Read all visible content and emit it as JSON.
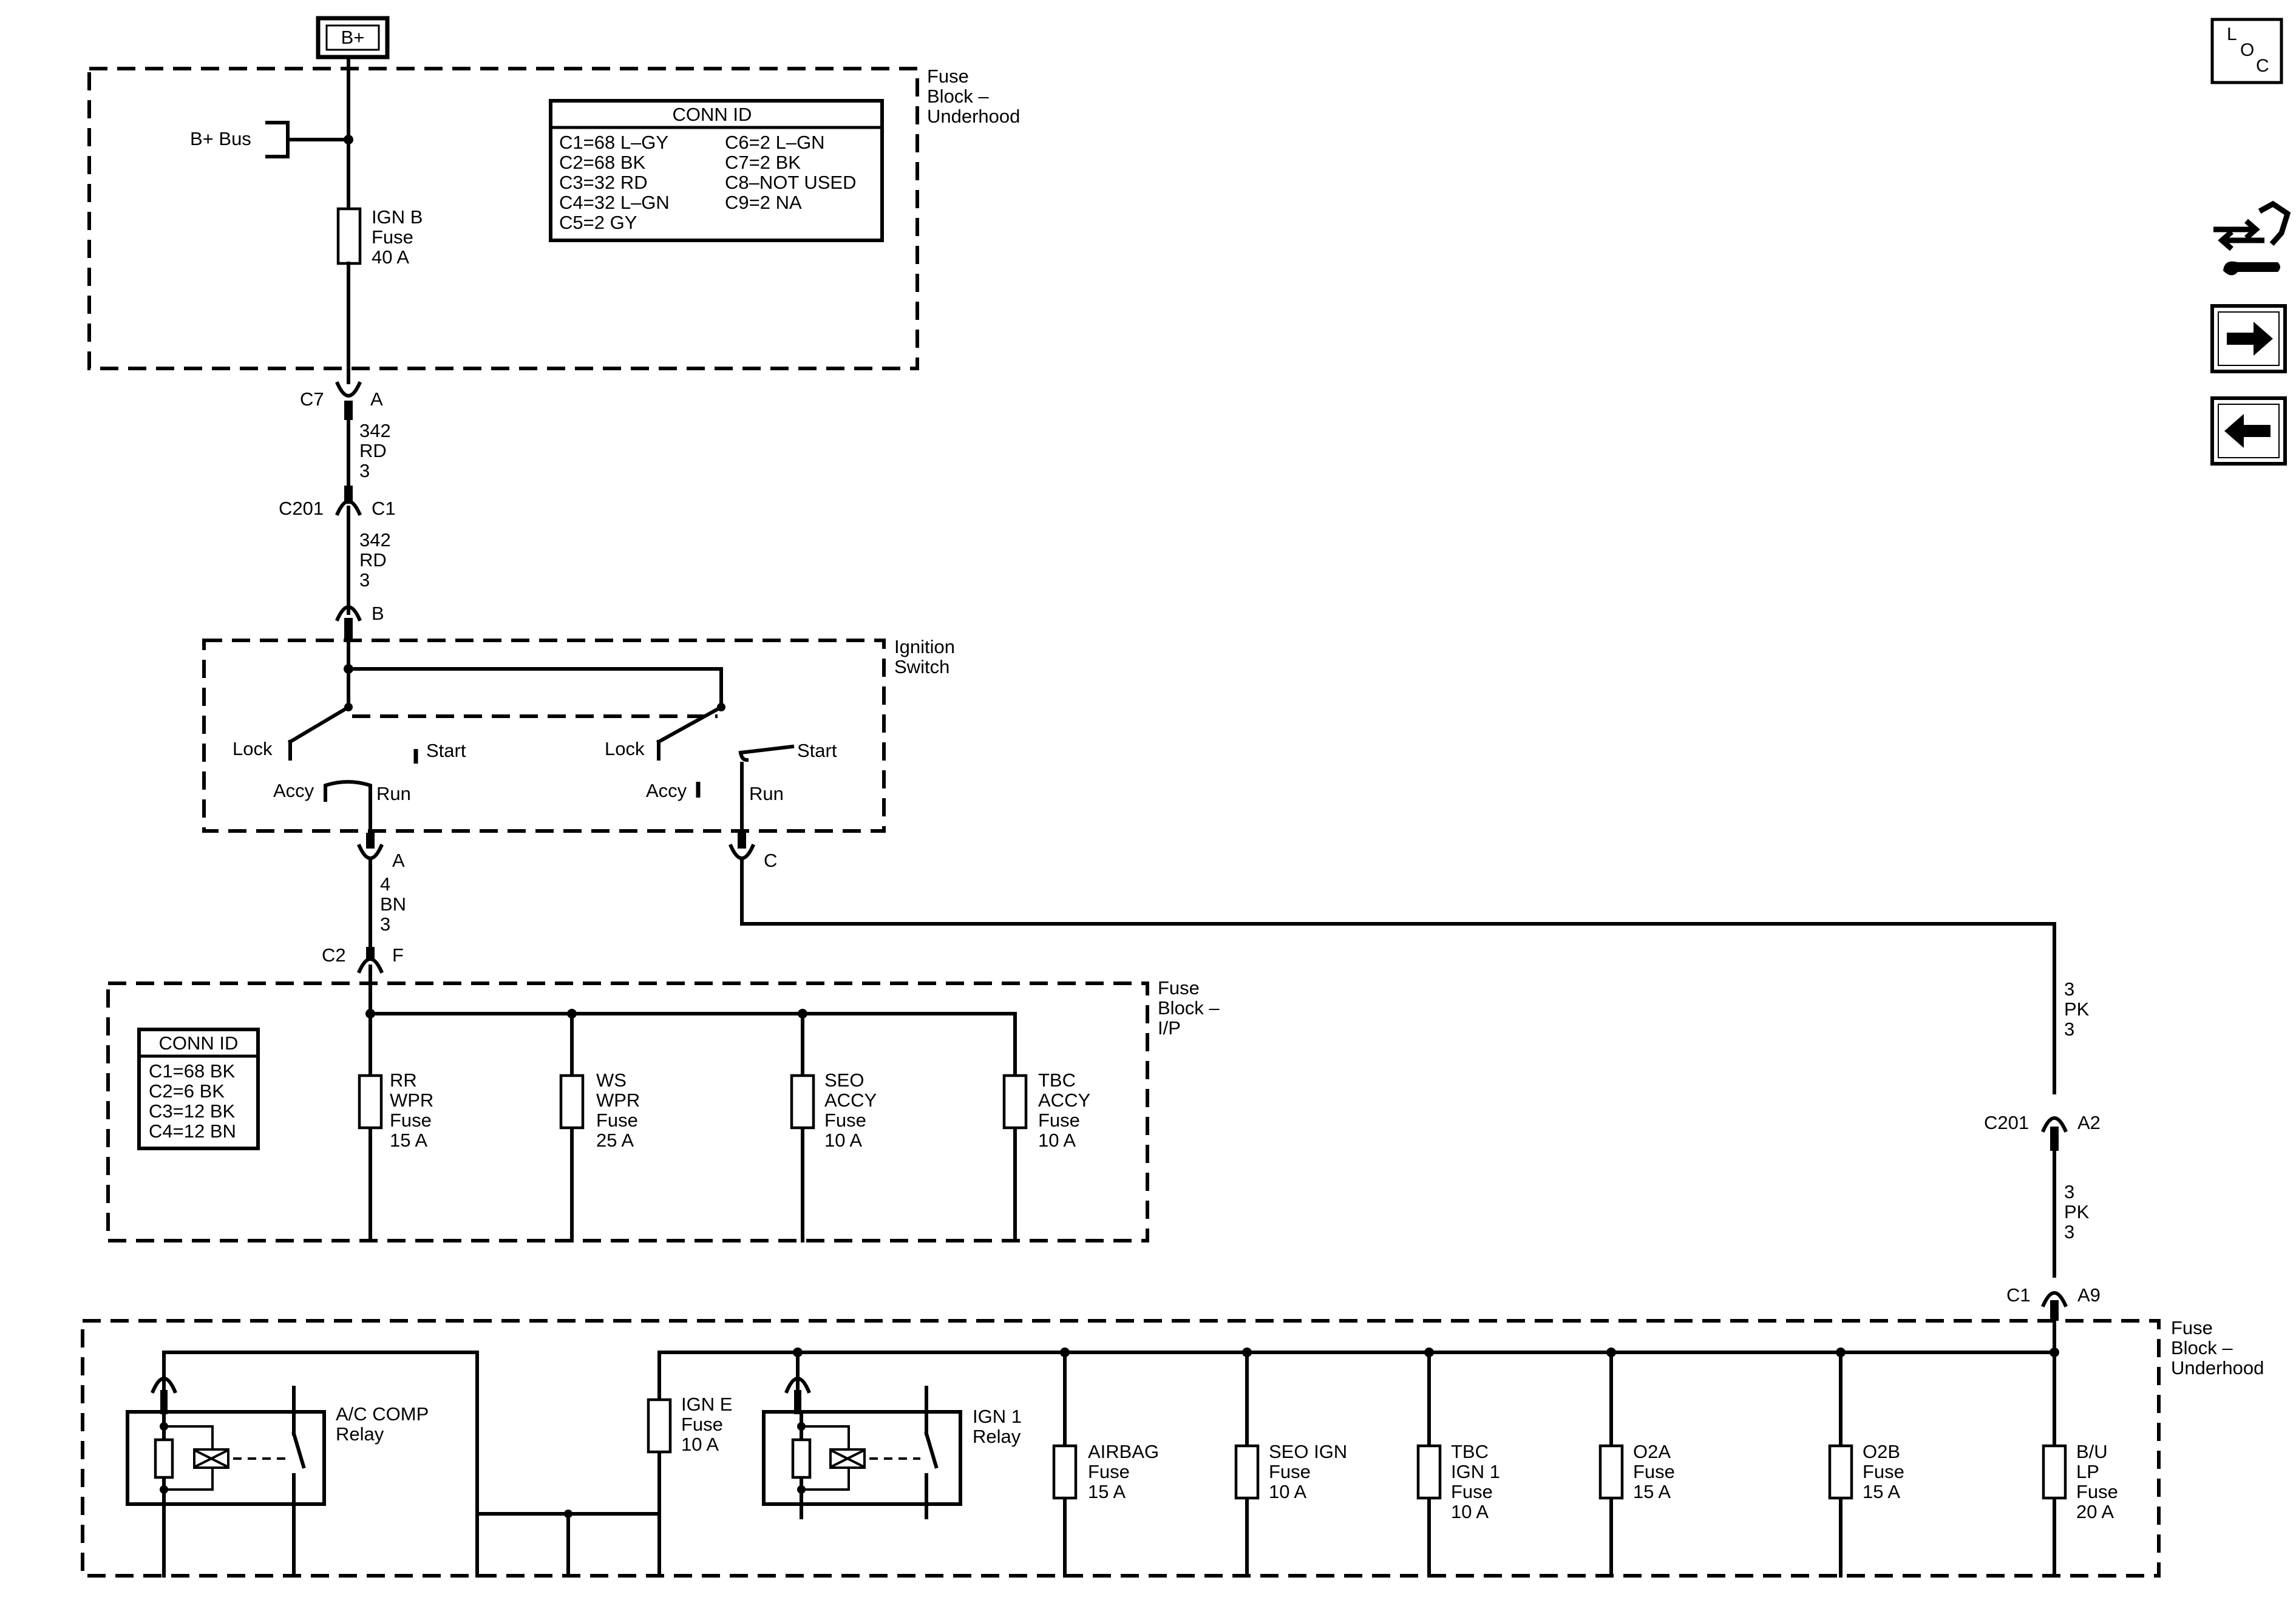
{
  "power_source": {
    "label": "B+"
  },
  "bus": {
    "label": "B+ Bus"
  },
  "underhood_top": {
    "label_lines": [
      "Fuse",
      "Block –",
      "Underhood"
    ],
    "conn_id": {
      "title": "CONN ID",
      "left": [
        "C1=68 L–GY",
        "C2=68 BK",
        "C3=32 RD",
        "C4=32 L–GN",
        "C5=2 GY"
      ],
      "right": [
        "C6=2 L–GN",
        "C7=2 BK",
        "C8–NOT USED",
        "C9=2 NA"
      ]
    }
  },
  "fuse_ign_b": {
    "lines": [
      "IGN B",
      "Fuse",
      "40 A"
    ]
  },
  "conn_c7": {
    "name": "C7",
    "pin": "A"
  },
  "wire_342_a": {
    "lines": [
      "342",
      "RD",
      "3"
    ]
  },
  "conn_c201_c1": {
    "name": "C201",
    "pin": "C1"
  },
  "wire_342_b": {
    "lines": [
      "342",
      "RD",
      "3"
    ]
  },
  "conn_b": {
    "pin": "B"
  },
  "ignition_switch": {
    "label_lines": [
      "Ignition",
      "Switch"
    ],
    "left": {
      "lock": "Lock",
      "start": "Start",
      "accy": "Accy",
      "run": "Run"
    },
    "right": {
      "lock": "Lock",
      "start": "Start",
      "accy": "Accy",
      "run": "Run"
    }
  },
  "conn_a_sw": {
    "pin": "A"
  },
  "conn_c_sw": {
    "pin": "C"
  },
  "wire_4bn": {
    "lines": [
      "4",
      "BN",
      "3"
    ]
  },
  "conn_c2": {
    "name": "C2",
    "pin": "F"
  },
  "fuse_block_ip": {
    "label_lines": [
      "Fuse",
      "Block –",
      "I/P"
    ],
    "conn_id": {
      "title": "CONN ID",
      "lines": [
        "C1=68 BK",
        "C2=6 BK",
        "C3=12 BK",
        "C4=12 BN"
      ]
    },
    "fuses": [
      {
        "lines": [
          "RR",
          "WPR",
          "Fuse",
          "15 A"
        ]
      },
      {
        "lines": [
          "WS",
          "WPR",
          "Fuse",
          "25 A"
        ]
      },
      {
        "lines": [
          "SEO",
          "ACCY",
          "Fuse",
          "10 A"
        ]
      },
      {
        "lines": [
          "TBC",
          "ACCY",
          "Fuse",
          "10 A"
        ]
      }
    ]
  },
  "wire_3pk_a": {
    "lines": [
      "3",
      "PK",
      "3"
    ]
  },
  "conn_c201_a2": {
    "name": "C201",
    "pin": "A2"
  },
  "wire_3pk_b": {
    "lines": [
      "3",
      "PK",
      "3"
    ]
  },
  "conn_c1_a9": {
    "name": "C1",
    "pin": "A9"
  },
  "underhood_bottom": {
    "label_lines": [
      "Fuse",
      "Block –",
      "Underhood"
    ],
    "relay_ac": {
      "lines": [
        "A/C COMP",
        "Relay"
      ]
    },
    "fuse_ign_e": {
      "lines": [
        "IGN E",
        "Fuse",
        "10 A"
      ]
    },
    "relay_ign1": {
      "lines": [
        "IGN 1",
        "Relay"
      ]
    },
    "fuses": [
      {
        "lines": [
          "AIRBAG",
          "Fuse",
          "15 A"
        ]
      },
      {
        "lines": [
          "SEO IGN",
          "Fuse",
          "10 A"
        ]
      },
      {
        "lines": [
          "TBC",
          "IGN 1",
          "Fuse",
          "10 A"
        ]
      },
      {
        "lines": [
          "O2A",
          "Fuse",
          "15 A"
        ]
      },
      {
        "lines": [
          "O2B",
          "Fuse",
          "15 A"
        ]
      },
      {
        "lines": [
          "B/U",
          "LP",
          "Fuse",
          "20 A"
        ]
      }
    ]
  },
  "nav": {
    "loc_letters": [
      "L",
      "O",
      "C"
    ],
    "icons": [
      "component-locator-icon",
      "schematic-service-icon",
      "next-arrow-icon",
      "previous-arrow-icon"
    ]
  }
}
